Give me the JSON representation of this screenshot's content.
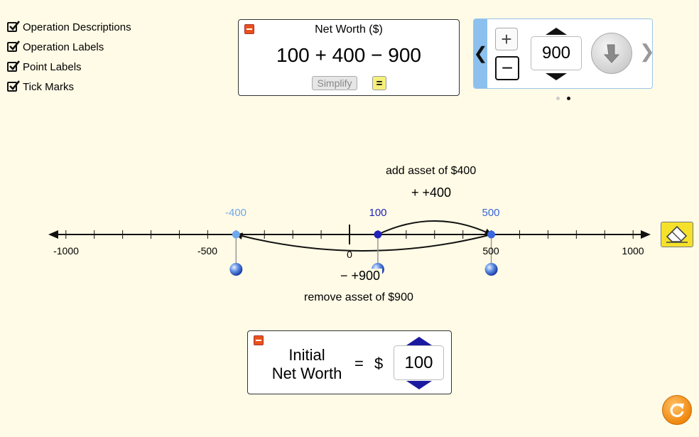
{
  "checkboxes": [
    {
      "label": "Operation Descriptions",
      "checked": true
    },
    {
      "label": "Operation Labels",
      "checked": true
    },
    {
      "label": "Point Labels",
      "checked": true
    },
    {
      "label": "Tick Marks",
      "checked": true
    }
  ],
  "net_worth_panel": {
    "title": "Net Worth ($)",
    "expression": "100 + 400 − 900",
    "simplify_label": "Simplify",
    "equals_label": "="
  },
  "carousel": {
    "plus_label": "+",
    "minus_label": "−",
    "value": "900",
    "prev_label": "❮",
    "next_label": "❯",
    "page_count": 2,
    "current_page": 2
  },
  "number_line": {
    "tick_labels": [
      "-1000",
      "-500",
      "0",
      "500",
      "1000"
    ],
    "points": [
      {
        "label": "-400",
        "value": -400,
        "color": "#6fa8ec"
      },
      {
        "label": "100",
        "value": 100,
        "color": "#2222bb"
      },
      {
        "label": "500",
        "value": 500,
        "color": "#3a67dc"
      }
    ],
    "operations": [
      {
        "description": "add asset of $400",
        "label": "+ +400",
        "from": 100,
        "to": 500
      },
      {
        "description": "remove asset of $900",
        "label": "− +900",
        "from": 500,
        "to": -400
      }
    ]
  },
  "initial_panel": {
    "label_line1": "Initial",
    "label_line2": "Net Worth",
    "equals": "=",
    "dollar": "$",
    "value": "100"
  },
  "colors": {
    "background": "#fffbe6",
    "collapse": "#e8521a",
    "carousel_accent": "#8cc0ee",
    "spinner": "#1a1aa0",
    "eraser": "#f5e12a",
    "reset": "#f0870e"
  },
  "icons": {
    "collapse": "minus-icon",
    "drop": "down-arrow-icon",
    "eraser": "eraser-icon",
    "reset": "reset-icon"
  }
}
